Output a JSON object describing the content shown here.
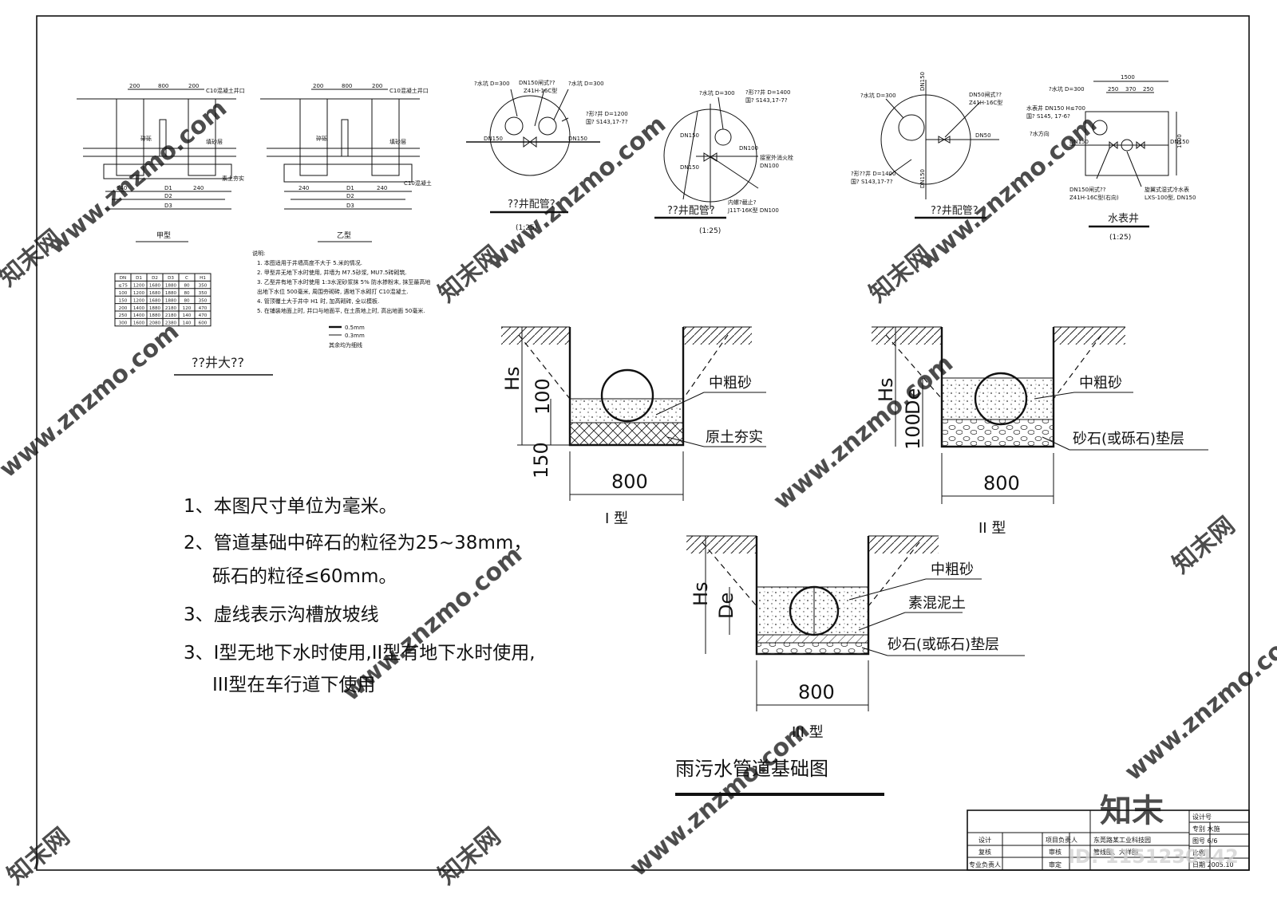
{
  "drawing_title": "雨污水管道基础图",
  "valve_chamber": {
    "type_a_label": "甲型",
    "type_b_label": "乙型",
    "detail_title": "??井大??",
    "top_dims": [
      "200",
      "800",
      "200"
    ],
    "base_dims": [
      "240",
      "240"
    ],
    "width_labels": [
      "D1",
      "D2",
      "D3"
    ],
    "callouts_a": [
      "C10混凝土井口",
      "碎砾",
      "填砂层",
      "素土夯实"
    ],
    "callouts_b": [
      "C10混凝土井口",
      "碎砾",
      "填砂层",
      "C10混凝土"
    ],
    "table_headers": [
      "DN",
      "D1",
      "D2",
      "D3",
      "C",
      "H1"
    ],
    "table_rows": [
      [
        "≤75",
        "1200",
        "1680",
        "1880",
        "80",
        "350"
      ],
      [
        "100",
        "1200",
        "1680",
        "1880",
        "80",
        "350"
      ],
      [
        "150",
        "1200",
        "1680",
        "1880",
        "80",
        "350"
      ],
      [
        "200",
        "1400",
        "1880",
        "2180",
        "120",
        "470"
      ],
      [
        "250",
        "1400",
        "1880",
        "2180",
        "140",
        "470"
      ],
      [
        "300",
        "1600",
        "2080",
        "2380",
        "140",
        "600"
      ]
    ],
    "notes_heading": "说明:",
    "notes": [
      "1. 本图适用于井墙高度不大于        5.米的情况.",
      "2. 甲型井无地下水时使用, 井墙为        M7.5砂浆, MU7.5砖砌筑.",
      "3. 乙型井有地下水时使用            1:3水泥砂浆抹      5% 防水掺粉末, 抹至最高地",
      "   出地下水位 500毫米, 周围夯砌砖, 遇地下水砌打        C10混凝土.",
      "4. 管顶覆土大于井中        H1 时, 加高砌砖, 全以模板.",
      "5.   在铺装地面上时, 井口与地面平, 在土质地上时, 高出地面                50毫米."
    ],
    "line_legend": [
      "0.5mm",
      "0.3mm",
      "其余均为细线"
    ]
  },
  "well_plans": [
    {
      "title": "??井配管?",
      "scale": "(1:25)",
      "labels": [
        "?水坑  D=300",
        "DN150闸式??",
        "Z41H-16C型",
        "?水坑  D=300",
        "?形?井  D=1200",
        "国? S143,17-7?",
        "DN150",
        "DN150"
      ]
    },
    {
      "title": "??井配管?",
      "scale": "(1:25)",
      "labels": [
        "?水坑 D=300",
        "?形??井 D=1400",
        "国? S143,17-7?",
        "DN150",
        "DN100",
        "DN150",
        "接室外消火栓",
        "DN100",
        "内螺?截止?",
        "J11T-16K型 DN100"
      ]
    },
    {
      "title": "??井配管?",
      "scale": "",
      "labels": [
        "?水坑 D=300",
        "DN150",
        "DN50闸式??",
        "Z41H-16C型",
        "DN50",
        "?形??井 D=1400",
        "国? S143,17-7?",
        "DN150"
      ]
    },
    {
      "title": "水表井",
      "scale": "(1:25)",
      "labels": [
        "?水坑  D=300",
        "1500",
        "250",
        "370",
        "250",
        "水表井 DN150 H≤700",
        "国? S145, 17-6?",
        "?水方向",
        "DN150",
        "DN150",
        "1000",
        "DN150闸式??",
        "Z41H-16C型(右向)",
        "旋翼式湿式冷水表",
        "LXS-100型, DN150"
      ]
    }
  ],
  "foundation_sections": [
    {
      "label": "I  型",
      "width_dim": "800",
      "vert_dims": [
        "Hs",
        "100",
        "150"
      ],
      "callouts": [
        "中粗砂",
        "原土夯实"
      ]
    },
    {
      "label": "II  型",
      "width_dim": "800",
      "vert_dims": [
        "Hs",
        "De",
        "100"
      ],
      "callouts": [
        "中粗砂",
        "砂石(或砾石)垫层"
      ]
    },
    {
      "label": "III  型",
      "width_dim": "800",
      "vert_dims": [
        "Hs",
        "De"
      ],
      "callouts": [
        "中粗砂",
        "素混泥土",
        "砂石(或砾石)垫层"
      ]
    }
  ],
  "general_notes": [
    "1、本图尺寸单位为毫米。",
    "2、管道基础中碎石的粒径为25~38mm，",
    "砾石的粒径≤60mm。",
    "3、虚线表示沟槽放坡线",
    "3、I型无地下水时使用,II型有地下水时使用,",
    "III型在车行道下使用"
  ],
  "title_block": {
    "rows": [
      [
        "设计",
        "",
        "项目负责人",
        "",
        "东莞路某工业科技园",
        ""
      ],
      [
        "复核",
        "",
        "审核",
        "",
        "管线图、大样图",
        ""
      ],
      [
        "专业负责人",
        "",
        "审定",
        "",
        "",
        ""
      ]
    ],
    "right_column": [
      "设计号",
      "专别 水施",
      "图号 6/6",
      "比例",
      "日期 2005.10"
    ]
  },
  "watermarks": {
    "site_cn": "知末网",
    "site_url": "www.znzmo.com",
    "brand": "知末",
    "id_text": "ID: 1151230442"
  }
}
